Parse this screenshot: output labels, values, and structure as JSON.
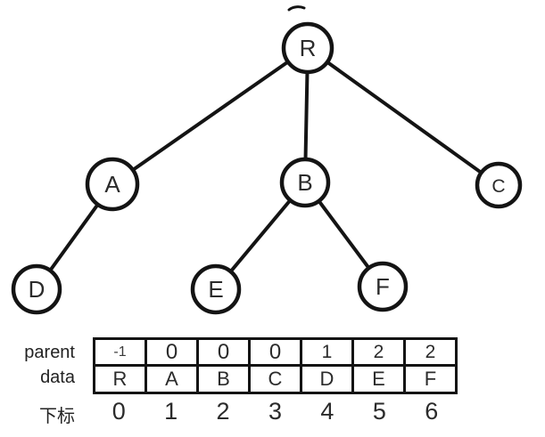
{
  "tree": {
    "nodes": [
      {
        "label": "R"
      },
      {
        "label": "A"
      },
      {
        "label": "B"
      },
      {
        "label": "C"
      },
      {
        "label": "D"
      },
      {
        "label": "E"
      },
      {
        "label": "F"
      }
    ],
    "edges": [
      [
        "R",
        "A"
      ],
      [
        "R",
        "B"
      ],
      [
        "R",
        "C"
      ],
      [
        "A",
        "D"
      ],
      [
        "B",
        "E"
      ],
      [
        "B",
        "F"
      ]
    ]
  },
  "table": {
    "labels": {
      "parent": "parent",
      "data": "data",
      "index": "下标"
    },
    "parent_values": [
      "-1",
      "0",
      "0",
      "0",
      "1",
      "2",
      "2"
    ],
    "data_values": [
      "R",
      "A",
      "B",
      "C",
      "D",
      "E",
      "F"
    ],
    "index_values": [
      "0",
      "1",
      "2",
      "3",
      "4",
      "5",
      "6"
    ]
  },
  "colors": {
    "ink": "#141414",
    "text": "#2b2b2b",
    "background": "#ffffff"
  }
}
